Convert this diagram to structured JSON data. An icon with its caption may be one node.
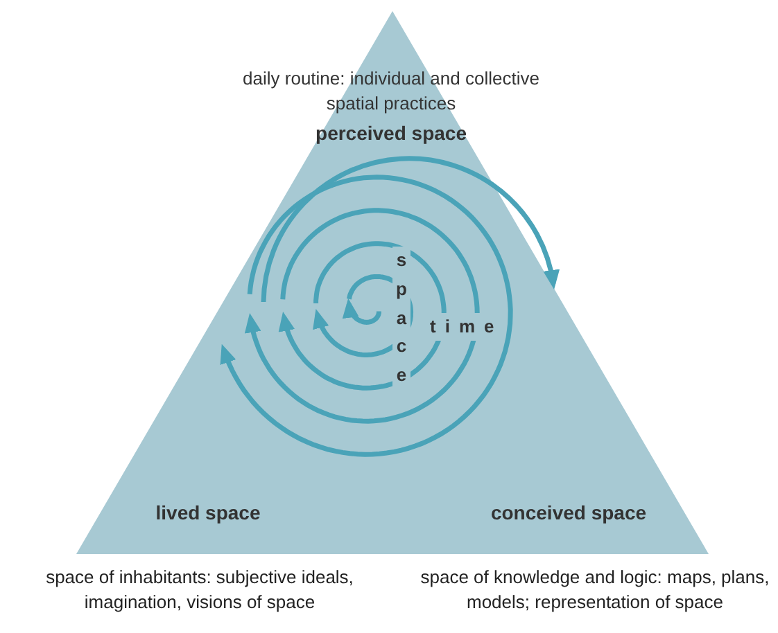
{
  "diagram": {
    "nodes": [
      {
        "text": [
          "daily routine: individual and collective spatial practices",
          "perceived space",
          "lived space",
          "conceived space"
        ],
        "beside": [
          "space of inhabitants: subjective ideals, imagination, visions of space",
          "space of knowledge and logic: maps, plans, models; representation of space"
        ]
      }
    ],
    "edges": [],
    "labels": [
      "space",
      "time"
    ]
  }
}
